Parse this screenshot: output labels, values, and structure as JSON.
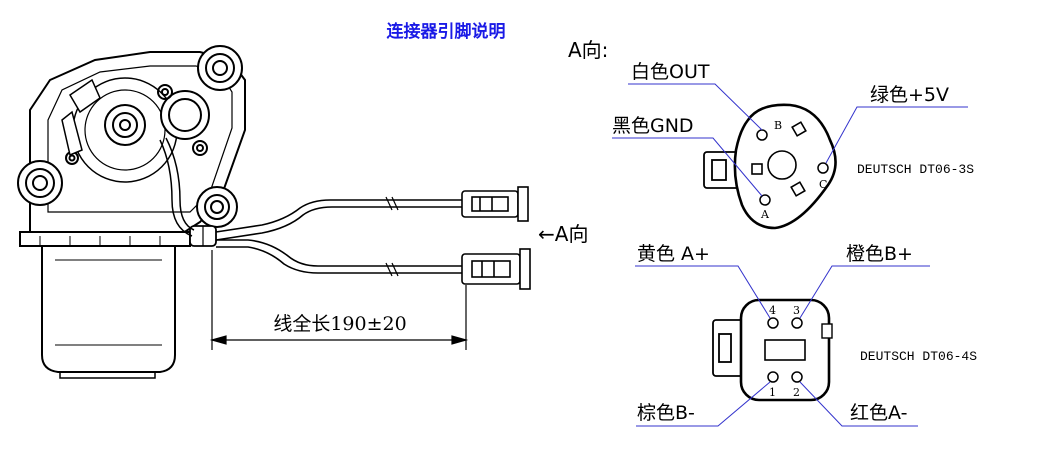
{
  "title": "连接器引脚说明",
  "view_label": "A向:",
  "arrow_label": "←A向",
  "dimension_label": "线全长190±20",
  "colors": {
    "title": "#1a1ae6",
    "callout_line": "#3333cc",
    "line": "#000000"
  },
  "connector_3s": {
    "model": "DEUTSCH DT06-3S",
    "pins": [
      {
        "letter": "B",
        "label": "白色OUT"
      },
      {
        "letter": "A",
        "label": "黑色GND"
      },
      {
        "letter": "C",
        "label": "绿色+5V"
      }
    ]
  },
  "connector_4s": {
    "model": "DEUTSCH DT06-4S",
    "pins": [
      {
        "number": "4",
        "label": "黄色 A+"
      },
      {
        "number": "3",
        "label": "橙色B+"
      },
      {
        "number": "1",
        "label": "棕色B-"
      },
      {
        "number": "2",
        "label": "红色A-"
      }
    ]
  }
}
